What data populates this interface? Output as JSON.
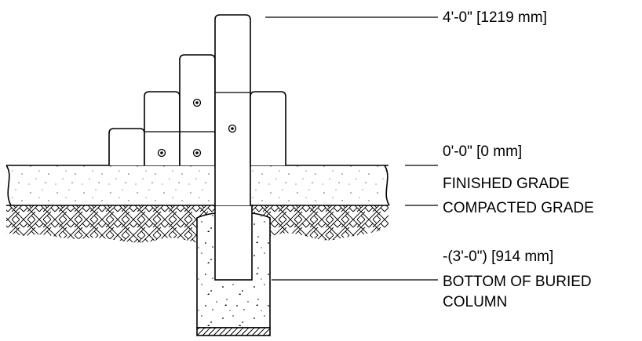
{
  "labels": {
    "top_height": "4'-0\" [1219 mm]",
    "grade_height": "0'-0\" [0 mm]",
    "finished_grade": "FINISHED GRADE",
    "compacted_grade": "COMPACTED GRADE",
    "bottom_depth": "-(3'-0\") [914 mm]",
    "bottom_line1": "BOTTOM OF BURIED",
    "bottom_line2": "COLUMN"
  }
}
